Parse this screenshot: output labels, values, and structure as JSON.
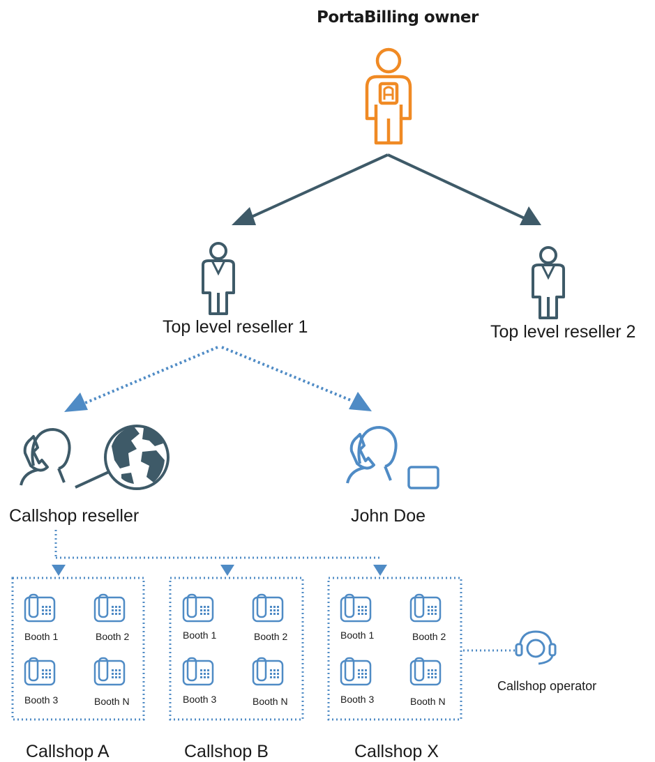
{
  "title": "PortaBilling owner",
  "colors": {
    "owner": "#F08A24",
    "reseller": "#3E5A68",
    "accent": "#4F8BC5"
  },
  "top_resellers": [
    {
      "label": "Top level reseller 1"
    },
    {
      "label": "Top level reseller 2"
    }
  ],
  "sub_resellers": [
    {
      "label": "Callshop reseller",
      "icon": "operator-with-globe-icon"
    },
    {
      "label": "John Doe",
      "icon": "operator-with-laptop-icon"
    }
  ],
  "callshops": [
    {
      "label": "Callshop A",
      "booths": [
        "Booth 1",
        "Booth 2",
        "Booth 3",
        "Booth N"
      ]
    },
    {
      "label": "Callshop B",
      "booths": [
        "Booth 1",
        "Booth 2",
        "Booth 3",
        "Booth N"
      ]
    },
    {
      "label": "Callshop X",
      "booths": [
        "Booth 1",
        "Booth 2",
        "Booth 3",
        "Booth N"
      ]
    }
  ],
  "operator": {
    "label": "Callshop operator",
    "icon": "headset-icon"
  }
}
